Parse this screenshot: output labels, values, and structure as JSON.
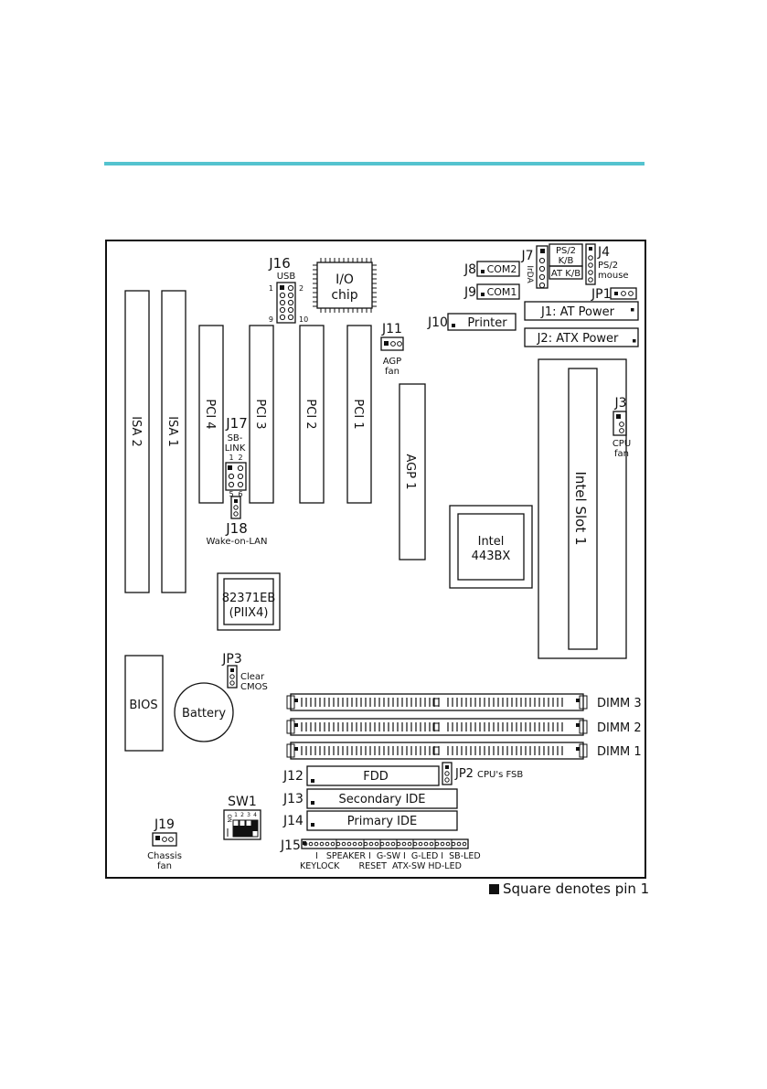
{
  "colors": {
    "accent_rule": "#54c3cf",
    "ink": "#111111"
  },
  "labels": {
    "isa2": "ISA 2",
    "isa1": "ISA 1",
    "pci4": "PCI 4",
    "pci3": "PCI 3",
    "pci2": "PCI 2",
    "pci1": "PCI 1",
    "j16": "J16",
    "usb": "USB",
    "usb_p1": "1",
    "usb_p2": "2",
    "usb_p9": "9",
    "usb_p10": "10",
    "io_l1": "I/O",
    "io_l2": "chip",
    "j11": "J11",
    "agp_fan_l1": "AGP",
    "agp_fan_l2": "fan",
    "j17": "J17",
    "sblink_l1": "SB-",
    "sblink_l2": "LINK",
    "sb_p1": "1",
    "sb_p2": "2",
    "sb_p5": "5",
    "sb_p6": "6",
    "j18": "J18",
    "wol": "Wake-on-LAN",
    "agp1": "AGP 1",
    "intel_l1": "Intel",
    "intel_l2": "443BX",
    "piix_l1": "82371EB",
    "piix_l2": "(PIIX4)",
    "jp3": "JP3",
    "clear_l1": "Clear",
    "clear_l2": "CMOS",
    "bios": "BIOS",
    "battery": "Battery",
    "j7": "J7",
    "ida": "IrDA",
    "ps2kb_l1": "PS/2",
    "ps2kb_l2": "K/B",
    "atkb": "AT K/B",
    "j4": "J4",
    "ps2m_l1": "PS/2",
    "ps2m_l2": "mouse",
    "j8": "J8",
    "com2": "COM2",
    "j9": "J9",
    "com1": "COM1",
    "jp1": "JP1",
    "j10": "J10",
    "printer": "Printer",
    "j1": "J1: AT Power",
    "j2": "J2: ATX Power",
    "j3": "J3",
    "cpufan_l1": "CPU",
    "cpufan_l2": "fan",
    "slot1": "Intel Slot 1",
    "dimm3": "DIMM 3",
    "dimm2": "DIMM 2",
    "dimm1": "DIMM 1",
    "j12": "J12",
    "fdd": "FDD",
    "jp2": "JP2",
    "cpu_fsb": "CPU's FSB",
    "j13": "J13",
    "sec_ide": "Secondary IDE",
    "j14": "J14",
    "pri_ide": "Primary IDE",
    "sw1": "SW1",
    "sw_on": "ON",
    "sw_n1": "1",
    "sw_n2": "2",
    "sw_n3": "3",
    "sw_n4": "4",
    "j19": "J19",
    "chassis_l1": "Chassis",
    "chassis_l2": "fan",
    "j15": "J15",
    "fp_row1": "I   SPEAKER I  G-SW I  G-LED I  SB-LED",
    "fp_row2": "KEYLOCK       RESET  ATX-SW HD-LED"
  },
  "legend": "Square denotes pin 1"
}
